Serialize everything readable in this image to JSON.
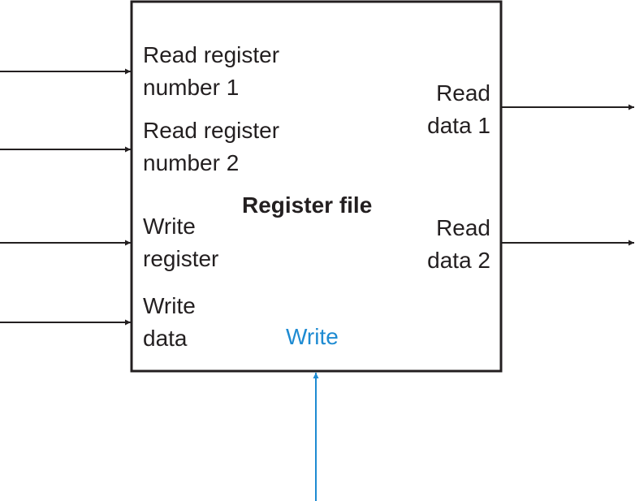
{
  "block": {
    "title": "Register file",
    "border_color": "#231f20"
  },
  "inputs": {
    "read_register_1": {
      "line1": "Read register",
      "line2": "number 1"
    },
    "read_register_2": {
      "line1": "Read register",
      "line2": "number 2"
    },
    "write_register": {
      "line1": "Write",
      "line2": "register"
    },
    "write_data": {
      "line1": "Write",
      "line2": "data"
    }
  },
  "outputs": {
    "read_data_1": {
      "line1": "Read",
      "line2": "data 1"
    },
    "read_data_2": {
      "line1": "Read",
      "line2": "data 2"
    }
  },
  "control": {
    "write": {
      "label": "Write",
      "color": "#1e8bd2"
    }
  },
  "colors": {
    "wire": "#231f20",
    "control_wire": "#1e8bd2"
  }
}
